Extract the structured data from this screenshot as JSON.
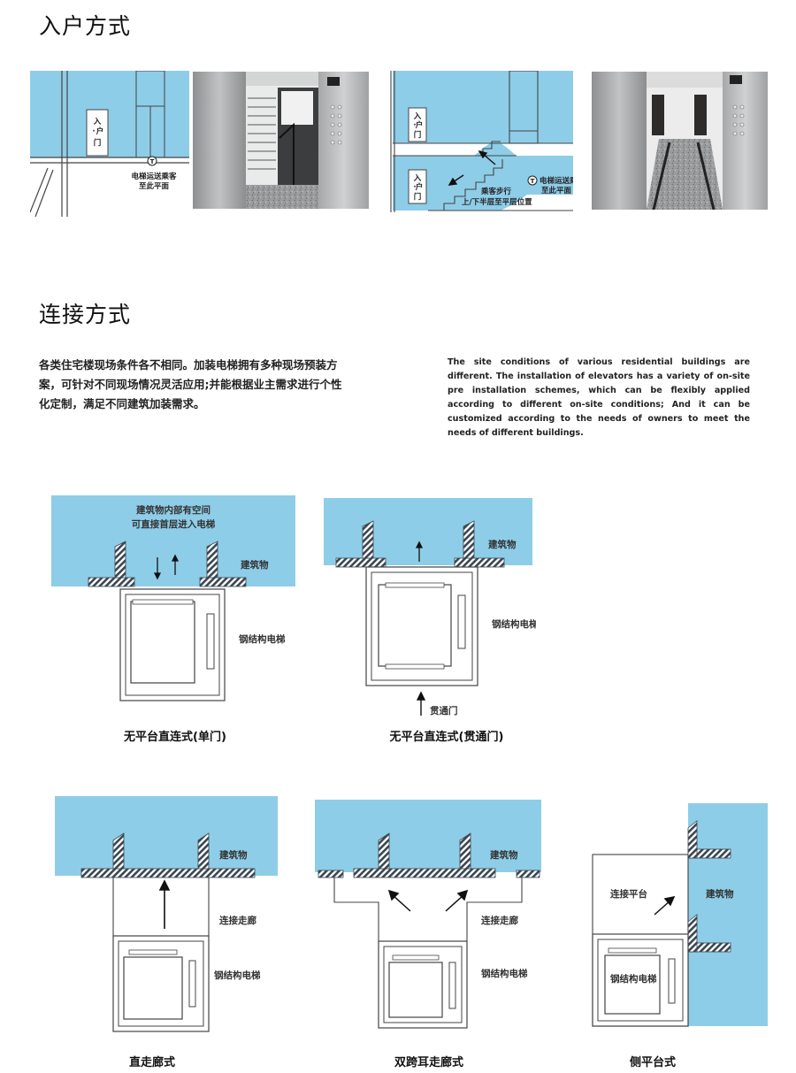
{
  "section_entry": {
    "title": "入户方式"
  },
  "entry_diagrams": {
    "left": {
      "door_label": [
        "入",
        "户",
        "门"
      ],
      "door_mark": "·",
      "elevator_symbol": "T",
      "note_line1": "电梯运送乘客",
      "note_line2": "至此平面"
    },
    "right": {
      "door_label": [
        "入",
        "户",
        "门"
      ],
      "door_mark": "·",
      "elevator_symbol": "T",
      "note_line1": "电梯运送乘客",
      "note_line2": "至此平面",
      "walk_label": "乘客步行",
      "floor_label": "上/下半层至平层位置"
    }
  },
  "section_connection": {
    "title": "连接方式",
    "desc_cn": "各类住宅楼现场条件各不相同。加装电梯拥有多种现场预装方案，可针对不同现场情况灵活应用;并能根据业主需求进行个性化定制，满足不同建筑加装需求。",
    "desc_en": "The site conditions of various residential buildings are different. The installation of elevators has a variety of on-site pre installation schemes, which can be flexibly applied according to different on-site conditions; And it can be customized according to the needs of owners to meet the needs of different buildings."
  },
  "connection_diagrams": {
    "d1": {
      "space_line1": "建筑物内部有空间",
      "space_line2": "可直接首层进入电梯",
      "building": "建筑物",
      "elevator": "钢结构电梯",
      "caption": "无平台直连式(单门)"
    },
    "d2": {
      "building": "建筑物",
      "elevator": "钢结构电梯",
      "through_door": "贯通门",
      "caption": "无平台直连式(贯通门)"
    },
    "d3": {
      "building": "建筑物",
      "corridor": "连接走廊",
      "elevator": "钢结构电梯",
      "caption": "直走廊式"
    },
    "d4": {
      "building": "建筑物",
      "corridor": "连接走廊",
      "elevator": "钢结构电梯",
      "caption": "双跨耳走廊式"
    },
    "d5": {
      "platform": "连接平台",
      "building": "建筑物",
      "elevator": "钢结构电梯",
      "caption": "侧平台式"
    }
  },
  "colors": {
    "sky": "#8ecde8",
    "hatch": "#3b4650",
    "photo_wall": "#a9aaab"
  }
}
